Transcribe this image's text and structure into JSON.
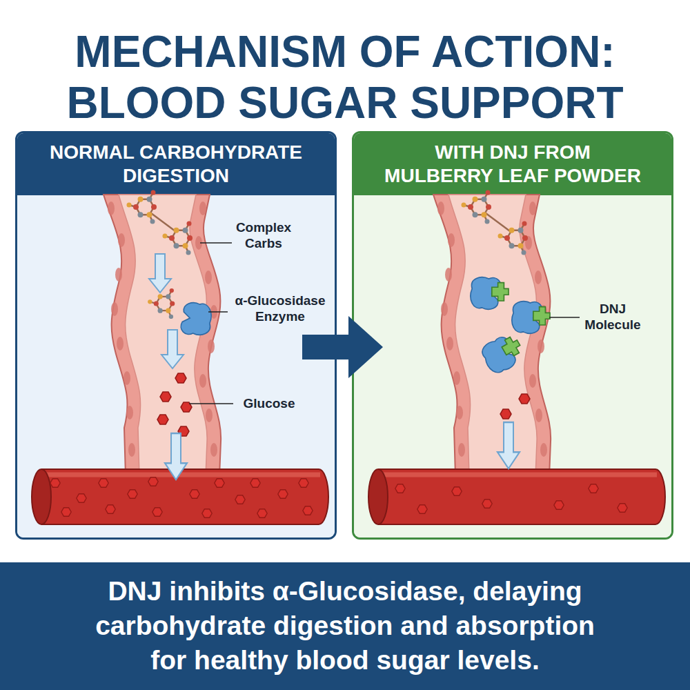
{
  "diagram": {
    "title": "MECHANISM OF ACTION: BLOOD SUGAR SUPPORT",
    "caption": "DNJ inhibits α-Glucosidase, delaying carbohydrate digestion and absorption for healthy blood sugar levels.",
    "nodes": [
      {
        "text": [
          "NORMAL CARBOHYDRATE DIGESTION"
        ]
      },
      {
        "text": [
          "WITH DNJ FROM MULBERRY LEAF POWDER"
        ]
      }
    ],
    "edges": [
      {
        "from": 0,
        "to": 1,
        "arrow": "to"
      }
    ],
    "labels": [
      "Complex Carbs",
      "α-Glucosidase Enzyme",
      "Glucose",
      "DNJ Molecule"
    ]
  }
}
